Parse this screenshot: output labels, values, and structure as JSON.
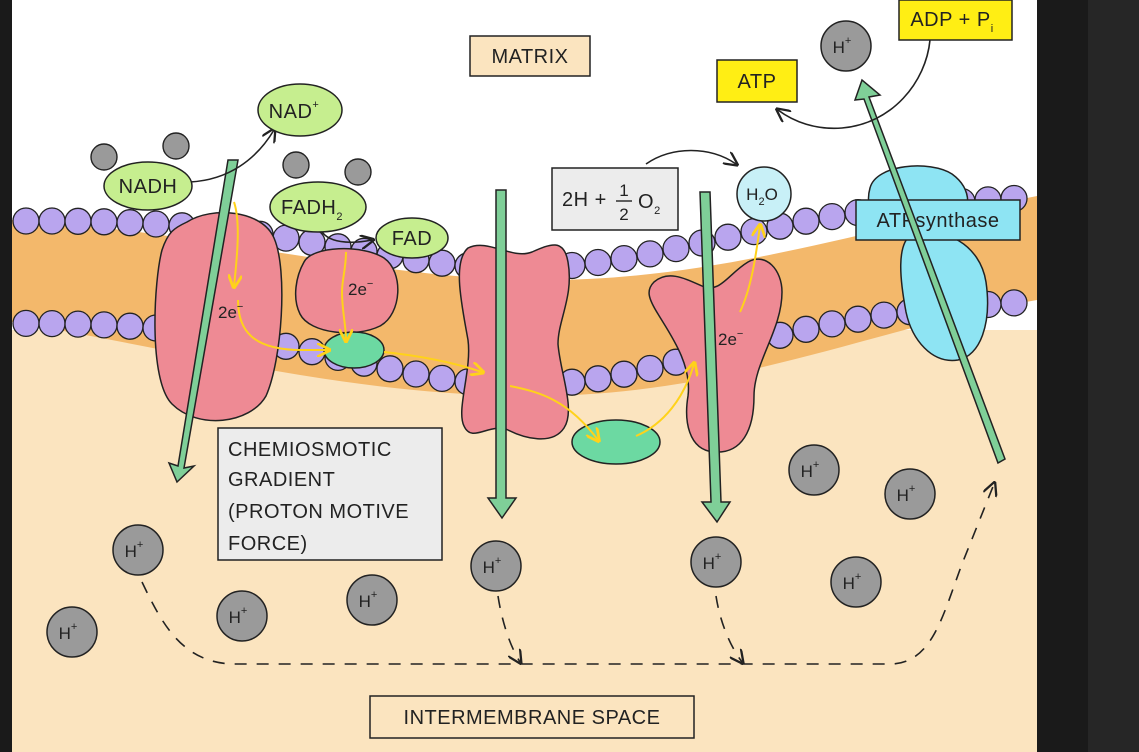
{
  "labels": {
    "matrix": "MATRIX",
    "intermembrane": "INTERMEMBRANE SPACE",
    "gradient_lines": [
      "CHEMIOSMOTIC",
      "GRADIENT",
      "(PROTON  MOTIVE",
      "FORCE)"
    ],
    "nadh": "NADH",
    "nad_base": "NAD",
    "nad_sup": "+",
    "fadh2_base": "FADH",
    "fadh2_sub": "2",
    "fad": "FAD",
    "atp": "ATP",
    "adp_base": "ADP + P",
    "adp_sub": "i",
    "water_h": "H",
    "water_sub": "2",
    "water_o": "O",
    "oxygen_left": "2H +",
    "oxygen_num": "1",
    "oxygen_den": "2",
    "oxygen_o": "O",
    "oxygen_sub": "2",
    "synthase": "ATPsynthase",
    "electrons": "2e",
    "electron_sup": "−",
    "proton_base": "H",
    "proton_sup": "+"
  },
  "colors": {
    "background": "#fbe4bf",
    "membrane": "#f3b86b",
    "phospholipid": "#b9a5ee",
    "protein_complex": "#ee8a94",
    "carrier": "#6cd9a2",
    "arrow_green": "#7fcf98",
    "cofactor": "#c6ee8f",
    "yellow_label": "#ffee14",
    "synthase": "#8ee4f3",
    "proton": "#9a9a9a",
    "electron_path": "#ffd21a"
  }
}
